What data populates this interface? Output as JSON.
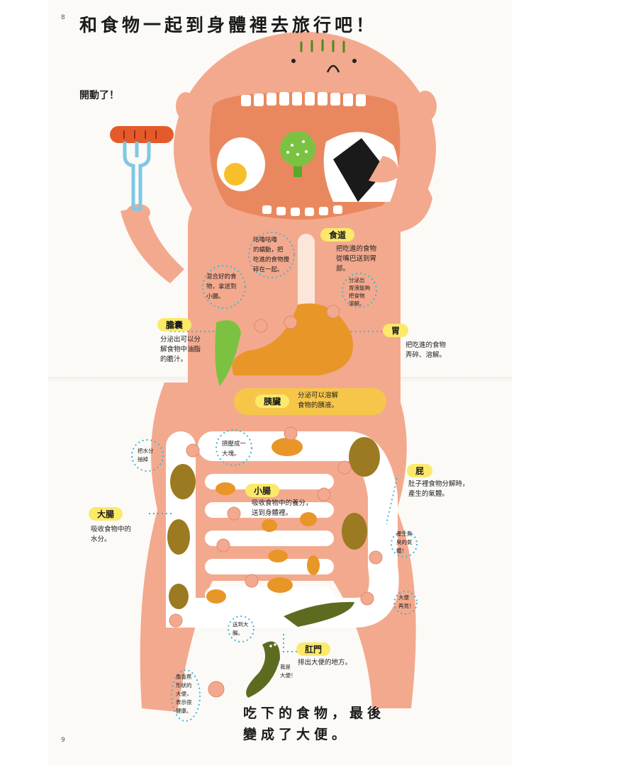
{
  "page_numbers": {
    "top": "8",
    "bottom": "9"
  },
  "title": "和食物一起到身體裡去旅行吧！",
  "intro": "開動了！",
  "labels": {
    "esophagus": {
      "name": "食道",
      "desc_1": "把吃進的食物",
      "desc_2": "從嘴巴送到胃",
      "desc_3": "部。"
    },
    "stomach": {
      "name": "胃",
      "desc_1": "把吃進的食物",
      "desc_2": "弄碎、溶解。"
    },
    "gallbladder": {
      "name": "膽囊",
      "desc_1": "分泌出可以分",
      "desc_2": "解食物中油脂",
      "desc_3": "的膽汁。"
    },
    "pancreas": {
      "name": "胰臟",
      "desc_1": "分泌可以溶解",
      "desc_2": "食物的胰液。"
    },
    "small_intestine": {
      "name": "小腸",
      "desc_1": "吸收食物中的養分，",
      "desc_2": "送到身體裡。"
    },
    "large_intestine": {
      "name": "大腸",
      "desc_1": "吸收食物中的",
      "desc_2": "水分。"
    },
    "fart": {
      "name": "屁",
      "desc_1": "肚子裡食物分解時，",
      "desc_2": "產生的氣體。"
    },
    "anus": {
      "name": "肛門",
      "desc_1": "排出大便的地方。"
    }
  },
  "bubbles": {
    "churn": [
      "咕嚕咕嚕",
      "的蠕動，把",
      "吃進的食物攪",
      "碎在一起。"
    ],
    "mixed": [
      "混合好的食",
      "物，拿送到",
      "小腸。"
    ],
    "gastric": [
      "分泌出",
      "胃液能夠",
      "把食物",
      "溶解。"
    ],
    "water": [
      "把水分",
      "抽掉"
    ],
    "squeeze": [
      "擠壓成一",
      "大塊。"
    ],
    "gas": [
      "產生臭",
      "臭的氣",
      "體！"
    ],
    "poop_found": [
      "大便",
      "再見！"
    ],
    "to_large": [
      "送到大",
      "腸。"
    ],
    "banana": [
      "像香蕉",
      "形狀的",
      "大便，",
      "表示很",
      "健康。"
    ],
    "im_poop": [
      "我是",
      "大便！"
    ]
  },
  "conclusion": {
    "line_1": "吃下的食物，最後",
    "line_2": "變成了大便。"
  },
  "colors": {
    "body": "#f3a98e",
    "mouth": "#e9885f",
    "highlight": "#fbe96a",
    "dots": "#3fb6d2",
    "food": "#e89628",
    "poop": "#5d6b20"
  }
}
